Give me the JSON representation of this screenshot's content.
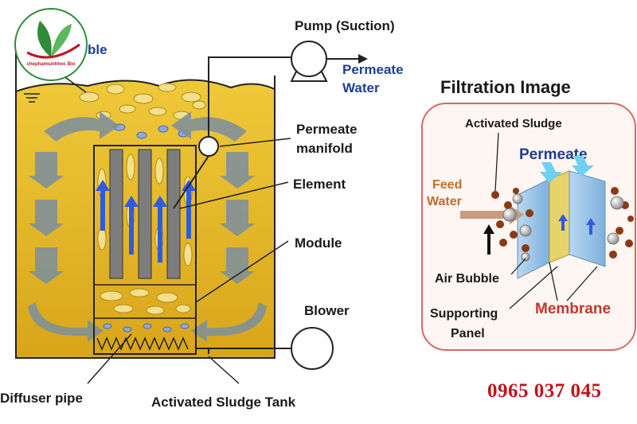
{
  "labels": {
    "air_bubble_top": "ble",
    "pump": "Pump (Suction)",
    "permeate_water_1": "Permeate",
    "permeate_water_2": "Water",
    "permeate_manifold_1": "Permeate",
    "permeate_manifold_2": "manifold",
    "element": "Element",
    "module": "Module",
    "blower": "Blower",
    "diffuser_pipe": "Diffuser pipe",
    "tank": "Activated Sludge Tank"
  },
  "filtration": {
    "title": "Filtration Image",
    "activated_sludge": "Activated Sludge",
    "permeate": "Permeate",
    "feed_water_1": "Feed",
    "feed_water_2": "Water",
    "air_bubble": "Air Bubble",
    "supporting_1": "Supporting",
    "supporting_2": "Panel",
    "membrane": "Membrane"
  },
  "logo": {
    "text": "chephamsinhhoc Bio"
  },
  "phone": "0965 037 045",
  "colors": {
    "tank_fill": "#e8b925",
    "flow_arrow": "#7a8fa0",
    "bubble": "#f3df8c",
    "membrane_blue": "#3a6ad6",
    "sludge": "#8a3a12",
    "phone": "#c0141b"
  }
}
